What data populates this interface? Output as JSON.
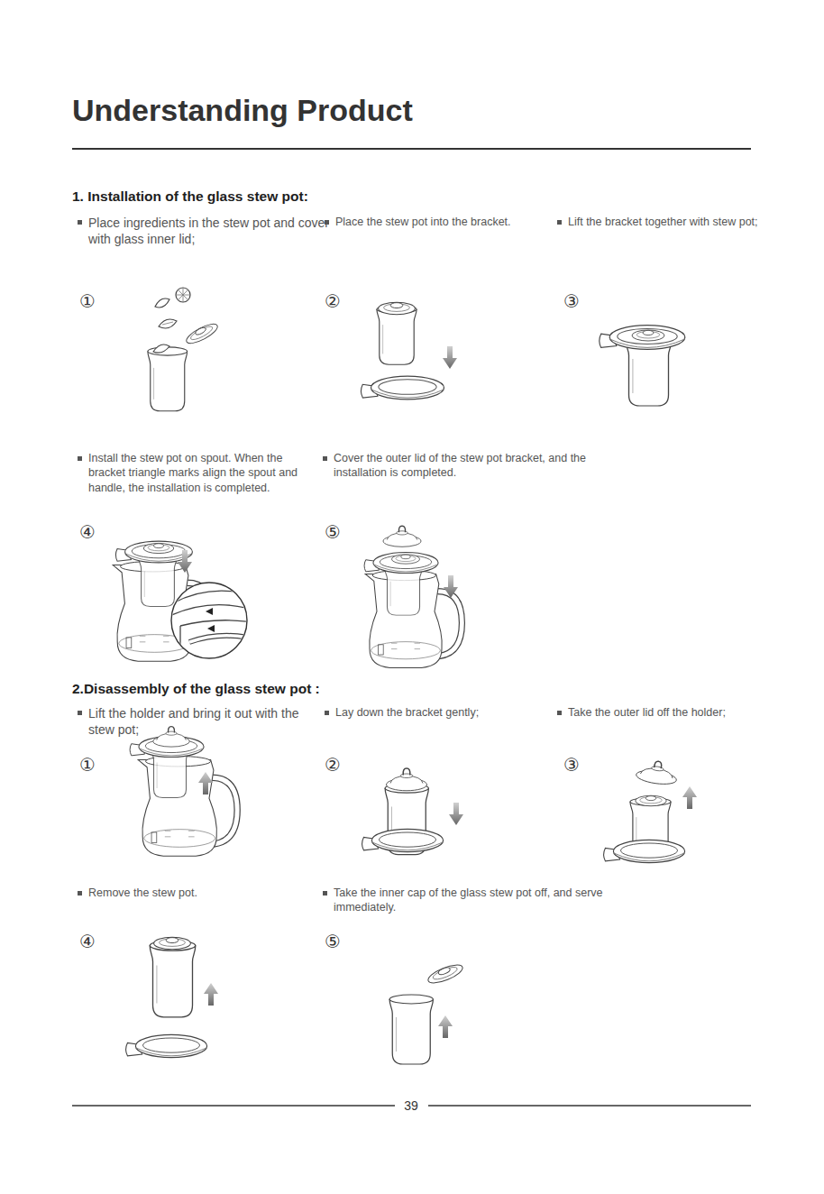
{
  "diagram": {
    "title": "Understanding Product",
    "labels": [
      "1. Installation of the glass stew pot:",
      "Place ingredients in the stew pot and cover with glass inner lid;",
      "Place the stew pot into the bracket.",
      "Lift the bracket together with stew pot;",
      "①",
      "②",
      "③",
      "Install the stew pot on spout. When the bracket triangle marks align the spout and handle, the installation is completed.",
      "Cover the outer lid of the stew pot bracket, and the installation is completed.",
      "④",
      "⑤",
      "2.Disassembly of the glass stew pot :",
      "Lift the holder and bring it out with the stew pot;",
      "Lay down the bracket gently;",
      "Take the outer lid off the holder;",
      "①",
      "②",
      "③",
      "Remove the stew pot.",
      "Take the inner cap of the glass stew pot off, and serve immediately.",
      "④",
      "⑤",
      "39"
    ]
  }
}
